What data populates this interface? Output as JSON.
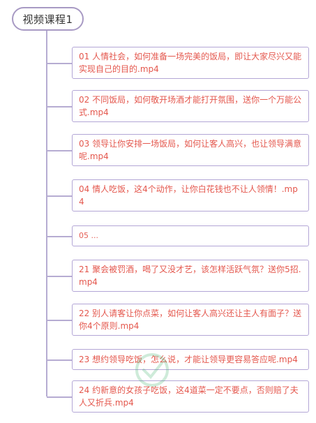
{
  "root": {
    "label": "视频课程1"
  },
  "items": [
    {
      "label": "01 人情社会，如何准备一场完美的饭局，即让大家尽兴又能实现自己的目的.mp4"
    },
    {
      "label": "02 不同饭局，如何敬开场酒才能打开氛围，送你一个万能公式.mp4"
    },
    {
      "label": "03 领导让你安排一场饭局，如何让客人高兴，也让领导满意呢.mp4"
    },
    {
      "label": "04 情人吃饭，这4个动作，让你白花钱也不让人领情！.mp4"
    },
    {
      "label": "05 ..."
    },
    {
      "label": "21 聚会被罚酒，喝了又没才艺，该怎样活跃气氛？送你5招.mp4"
    },
    {
      "label": "22 别人请客让你点菜，如何让客人高兴还让主人有面子？送你4个原则.mp4"
    },
    {
      "label": "23 想约领导吃饭，怎么说，才能让领导更容易答应呢.mp4"
    },
    {
      "label": "24 约新意的女孩子吃饭，这4道菜一定不要点，否则赔了夫人又折兵.mp4"
    }
  ],
  "colors": {
    "node_border": "#b3a6d6",
    "connector": "#b6acd2",
    "item_text": "#e4574d",
    "root_text": "#333333"
  }
}
